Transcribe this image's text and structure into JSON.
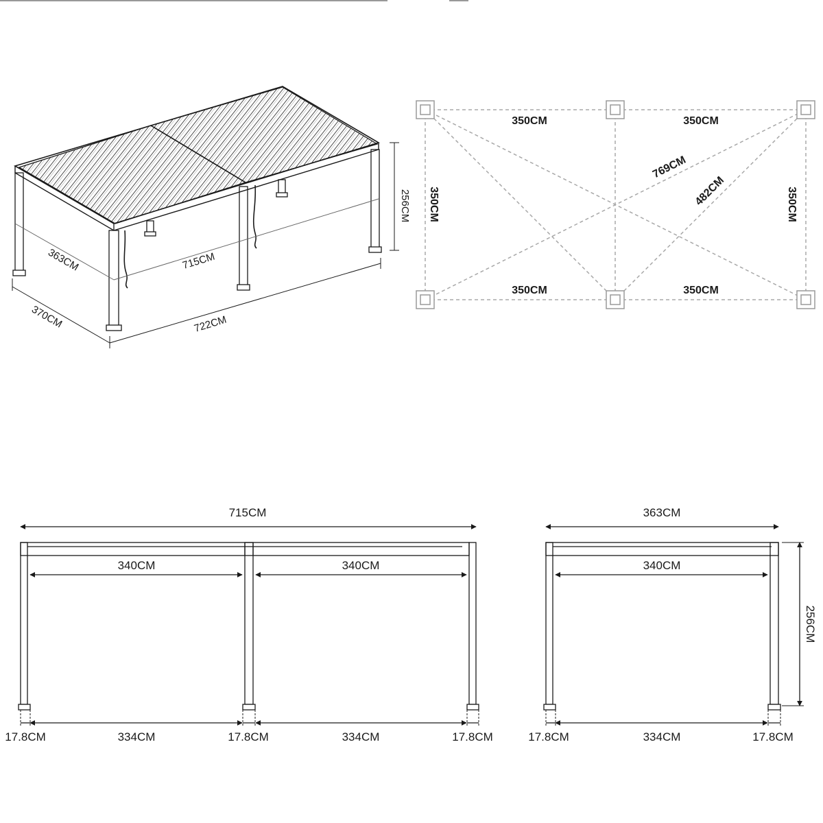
{
  "iso_view": {
    "width_label": "363CM",
    "inner_length_label": "715CM",
    "depth_label": "370CM",
    "length_label": "722CM",
    "height_label": "256CM"
  },
  "plan_view": {
    "top_left_span": "350CM",
    "top_right_span": "350CM",
    "bottom_left_span": "350CM",
    "bottom_right_span": "350CM",
    "left_span": "350CM",
    "right_span": "350CM",
    "long_diagonal": "769CM",
    "short_diagonal": "482CM"
  },
  "front_elevation": {
    "overall_label": "715CM",
    "bay_left_label": "340CM",
    "bay_right_label": "340CM",
    "post_left_label": "17.8CM",
    "gap_left_label": "334CM",
    "post_mid_label": "17.8CM",
    "gap_right_label": "334CM",
    "post_right_label": "17.8CM"
  },
  "side_elevation": {
    "overall_label": "363CM",
    "bay_label": "340CM",
    "height_label": "256CM",
    "post_left_label": "17.8CM",
    "gap_label": "334CM",
    "post_right_label": "17.8CM"
  }
}
